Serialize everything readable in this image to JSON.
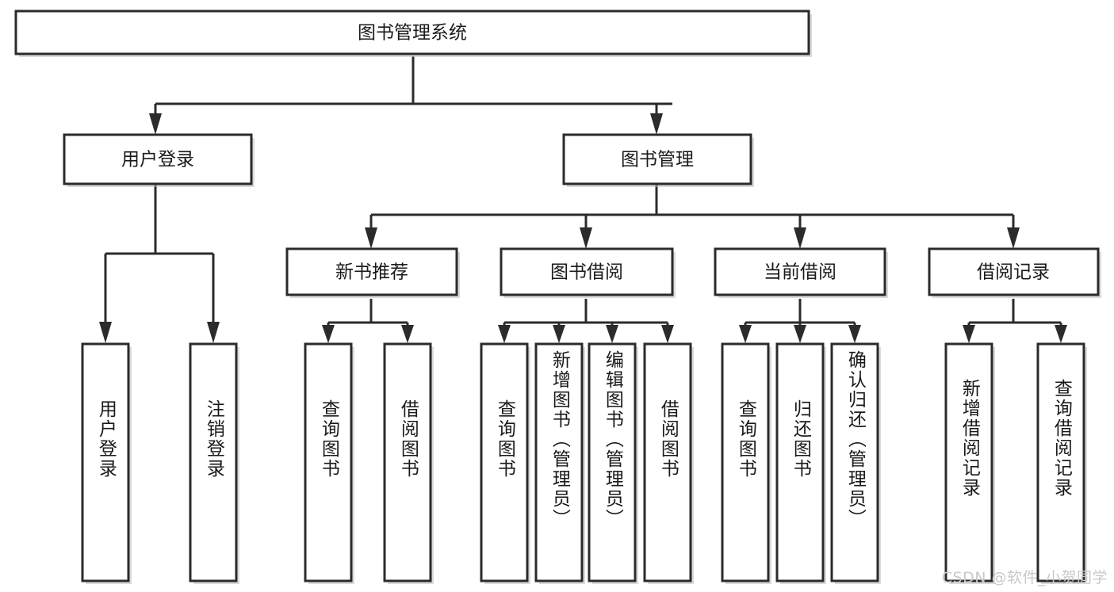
{
  "diagram": {
    "type": "tree",
    "title": "图书管理系统",
    "orientation": "top-down",
    "colors": {
      "box_stroke": "#2b2b2b",
      "box_fill": "#ffffff",
      "edge": "#2b2b2b",
      "text": "#1a1a1a",
      "watermark": "#c9c9c9"
    },
    "root": {
      "label": "图书管理系统"
    },
    "level2": [
      {
        "label": "用户登录"
      },
      {
        "label": "图书管理"
      }
    ],
    "level3": [
      {
        "label": "新书推荐"
      },
      {
        "label": "图书借阅"
      },
      {
        "label": "当前借阅"
      },
      {
        "label": "借阅记录"
      }
    ],
    "leaves": {
      "user_login": [
        {
          "label": "用户登录"
        },
        {
          "label": "注销登录"
        }
      ],
      "new_book": [
        {
          "label": "查询图书"
        },
        {
          "label": "借阅图书"
        }
      ],
      "book_borrow": [
        {
          "label": "查询图书"
        },
        {
          "label": "新增图书（管理员）"
        },
        {
          "label": "编辑图书（管理员）"
        },
        {
          "label": "借阅图书"
        }
      ],
      "current_borrow": [
        {
          "label": "查询图书"
        },
        {
          "label": "归还图书"
        },
        {
          "label": "确认归还（管理员）"
        }
      ],
      "borrow_record": [
        {
          "label": "新增借阅记录"
        },
        {
          "label": "查询借阅记录"
        }
      ]
    }
  },
  "watermark": {
    "text": "CSDN @软件_小贺同学"
  }
}
